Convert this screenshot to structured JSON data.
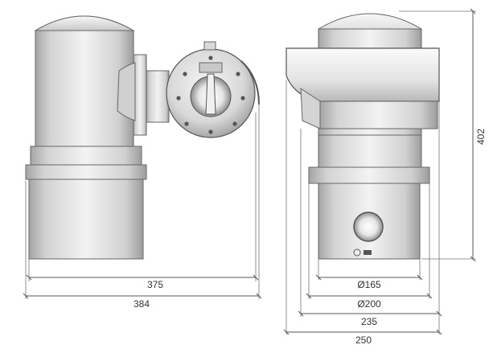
{
  "dimensions": {
    "width_375": "375",
    "width_384": "384",
    "diameter_165": "Ø165",
    "diameter_200": "Ø200",
    "width_235": "235",
    "width_250": "250",
    "height_402": "402"
  },
  "colors": {
    "body_light": "#f2f2f2",
    "body_mid": "#d6d6d6",
    "body_dark": "#9a9a9a",
    "outline": "#555555",
    "dimension_line": "#555555",
    "dimension_text": "#333333"
  },
  "icons": {
    "hex-bolt": "hex-bolt-icon",
    "camera-lens": "camera-lens-icon",
    "wiper-blade": "wiper-icon"
  }
}
